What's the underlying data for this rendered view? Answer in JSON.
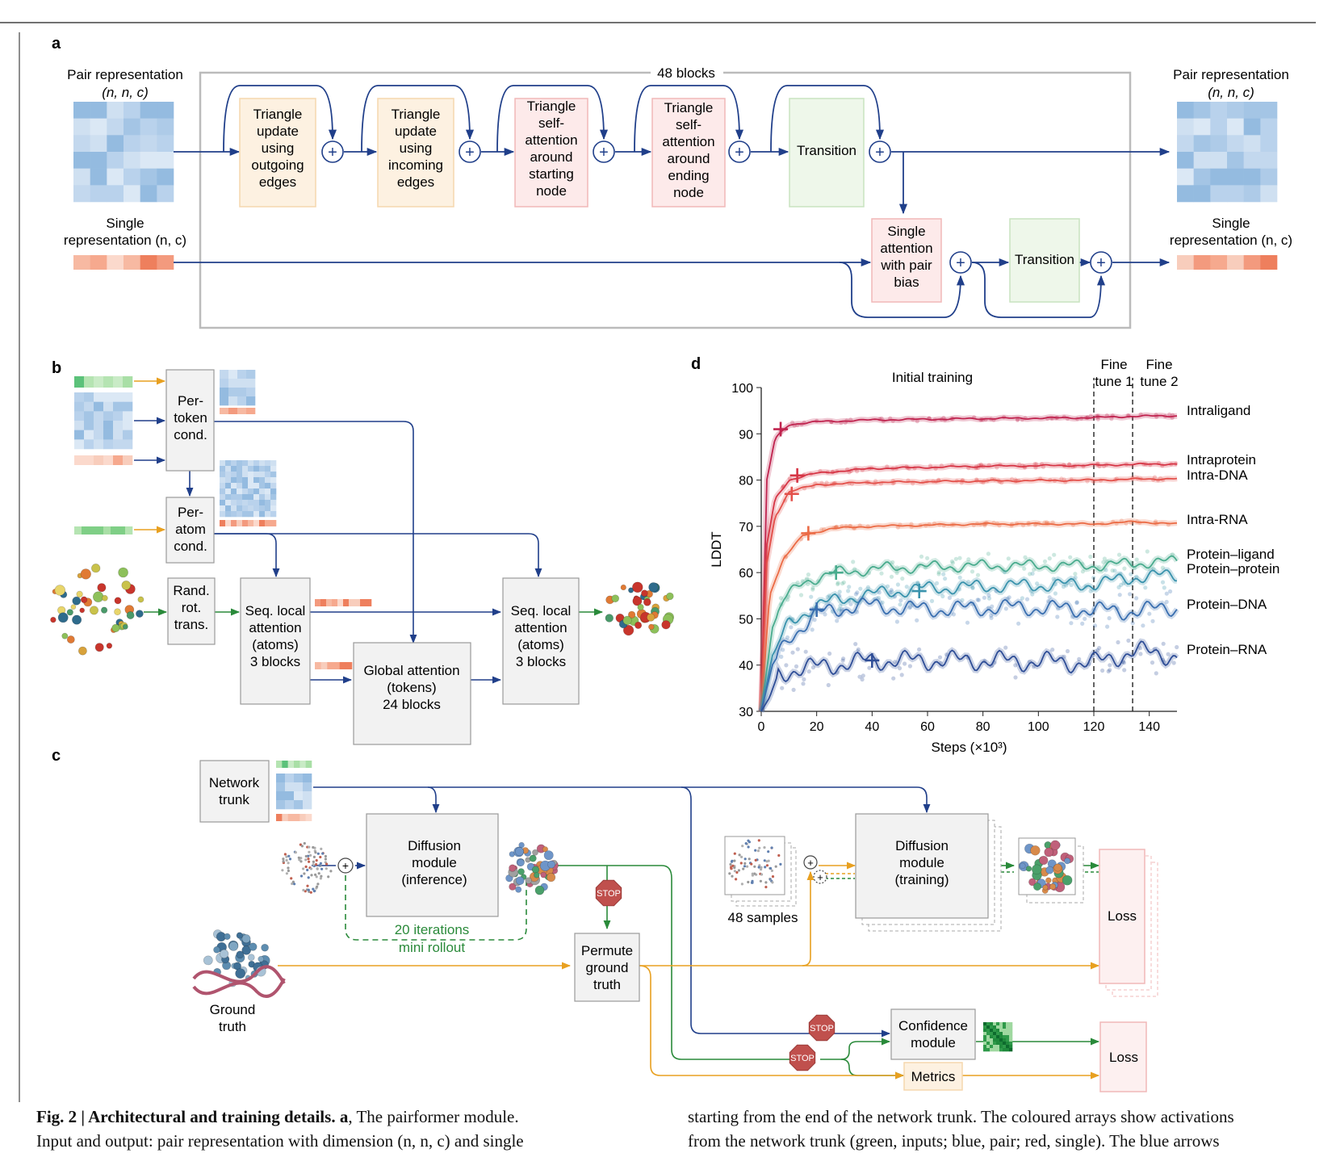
{
  "panel_labels": {
    "a": "a",
    "b": "b",
    "c": "c",
    "d": "d"
  },
  "panel_a": {
    "blocks_label": "48 blocks",
    "pair_in_label": [
      "Pair representation",
      "(n, n, c)"
    ],
    "single_in_label": [
      "Single",
      "representation (n, c)"
    ],
    "pair_out_label": [
      "Pair representation",
      "(n, n, c)"
    ],
    "single_out_label": [
      "Single",
      "representation (n, c)"
    ],
    "block1": [
      "Triangle",
      "update",
      "using",
      "outgoing",
      "edges"
    ],
    "block2": [
      "Triangle",
      "update",
      "using",
      "incoming",
      "edges"
    ],
    "block3": [
      "Triangle",
      "self-",
      "attention",
      "around",
      "starting",
      "node"
    ],
    "block4": [
      "Triangle",
      "self-",
      "attention",
      "around",
      "ending",
      "node"
    ],
    "block5": "Transition",
    "block6": [
      "Single",
      "attention",
      "with pair",
      "bias"
    ],
    "block7": "Transition",
    "plus": "+"
  },
  "panel_b": {
    "per_token": [
      "Per-",
      "token",
      "cond."
    ],
    "per_atom": [
      "Per-",
      "atom",
      "cond."
    ],
    "rand_rot": [
      "Rand.",
      "rot.",
      "trans."
    ],
    "seq_local_1": [
      "Seq. local",
      "attention",
      "(atoms)",
      "3 blocks"
    ],
    "global_attn": [
      "Global attention",
      "(tokens)",
      "24 blocks"
    ],
    "seq_local_2": [
      "Seq. local",
      "attention",
      "(atoms)",
      "3 blocks"
    ]
  },
  "panel_c": {
    "network_trunk": [
      "Network",
      "trunk"
    ],
    "diffusion_inference": [
      "Diffusion",
      "module",
      "(inference)"
    ],
    "iterations": [
      "20 iterations",
      "mini rollout"
    ],
    "stop": "STOP",
    "permute": [
      "Permute",
      "ground",
      "truth"
    ],
    "ground_truth": [
      "Ground",
      "truth"
    ],
    "samples": "48 samples",
    "diffusion_training": [
      "Diffusion",
      "module",
      "(training)"
    ],
    "loss1": "Loss",
    "loss2": "Loss",
    "confidence": [
      "Confidence",
      "module"
    ],
    "metrics": "Metrics"
  },
  "chart_data": {
    "type": "line",
    "title": "Initial training",
    "xlabel": "Steps (×10³)",
    "ylabel": "LDDT",
    "xlim": [
      0,
      150
    ],
    "ylim": [
      30,
      100
    ],
    "xticks": [
      0,
      20,
      40,
      60,
      80,
      100,
      120,
      140
    ],
    "yticks": [
      30,
      40,
      50,
      60,
      70,
      80,
      90,
      100
    ],
    "phase_lines": [
      120,
      134
    ],
    "phase_labels": [
      [
        "Fine",
        "tune 1"
      ],
      [
        "Fine",
        "tune 2"
      ]
    ],
    "series": [
      {
        "name": "Intraligand",
        "color": "#c0244f",
        "x": [
          0,
          2,
          5,
          10,
          20,
          40,
          80,
          120,
          135,
          150
        ],
        "y": [
          30,
          80,
          89,
          92,
          92.6,
          93,
          93.3,
          93.5,
          93.8,
          93.9
        ],
        "marker": [
          7,
          91
        ]
      },
      {
        "name": "Intraprotein",
        "color": "#d63646",
        "x": [
          0,
          2,
          5,
          10,
          20,
          40,
          80,
          120,
          135,
          150
        ],
        "y": [
          30,
          66,
          76,
          80,
          81.5,
          82.5,
          83,
          83.2,
          83.4,
          83.5
        ],
        "marker": [
          13,
          81
        ]
      },
      {
        "name": "Intra-DNA",
        "color": "#e3504a",
        "x": [
          0,
          2,
          5,
          10,
          20,
          40,
          80,
          120,
          135,
          150
        ],
        "y": [
          30,
          62,
          72,
          77.5,
          79,
          79.5,
          79.8,
          80,
          80.2,
          80.3
        ],
        "marker": [
          11,
          77
        ]
      },
      {
        "name": "Intra-RNA",
        "color": "#eb6b45",
        "x": [
          0,
          3,
          8,
          15,
          25,
          40,
          80,
          120,
          135,
          150
        ],
        "y": [
          30,
          55,
          63,
          68,
          69.5,
          70,
          70.5,
          70.5,
          71,
          70.5
        ],
        "marker": [
          17,
          68.5
        ]
      },
      {
        "name": "Protein–ligand",
        "color": "#4aac8e",
        "x": [
          0,
          4,
          8,
          15,
          27,
          45,
          80,
          120,
          135,
          150
        ],
        "y": [
          30,
          48,
          54,
          58,
          60,
          61,
          61.5,
          61.5,
          62,
          62.5
        ],
        "marker": [
          27,
          60
        ]
      },
      {
        "name": "Protein–protein",
        "color": "#3a93ad",
        "x": [
          0,
          4,
          10,
          20,
          35,
          57,
          80,
          120,
          135,
          150
        ],
        "y": [
          30,
          42,
          49,
          53,
          55,
          56.5,
          57,
          57.5,
          59,
          59.5
        ],
        "marker": [
          57,
          56
        ]
      },
      {
        "name": "Protein–DNA",
        "color": "#3a6fb0",
        "x": [
          0,
          4,
          10,
          20,
          35,
          60,
          90,
          120,
          130,
          150
        ],
        "y": [
          30,
          40,
          46,
          51,
          53,
          52,
          52.5,
          52,
          51.5,
          52.5
        ],
        "marker": [
          20,
          52
        ]
      },
      {
        "name": "Protein–RNA",
        "color": "#2f4e97",
        "x": [
          0,
          3,
          6,
          12,
          25,
          40,
          80,
          120,
          135,
          150
        ],
        "y": [
          30,
          33,
          38,
          39,
          40,
          41,
          41,
          40.5,
          43,
          42
        ],
        "marker": [
          40,
          41
        ]
      }
    ]
  },
  "caption": {
    "left_bold": "Fig. 2 | Architectural and training details.",
    "left_bold_a": "a",
    "left_text1": ", The pairformer module.",
    "left_text2": "Input and output: pair representation with dimension (n, n, c) and single",
    "right_text1": "starting from the end of the network trunk. The coloured arrays show activations",
    "right_text2": "from the network trunk (green, inputs; blue, pair; red, single). The blue arrows"
  }
}
